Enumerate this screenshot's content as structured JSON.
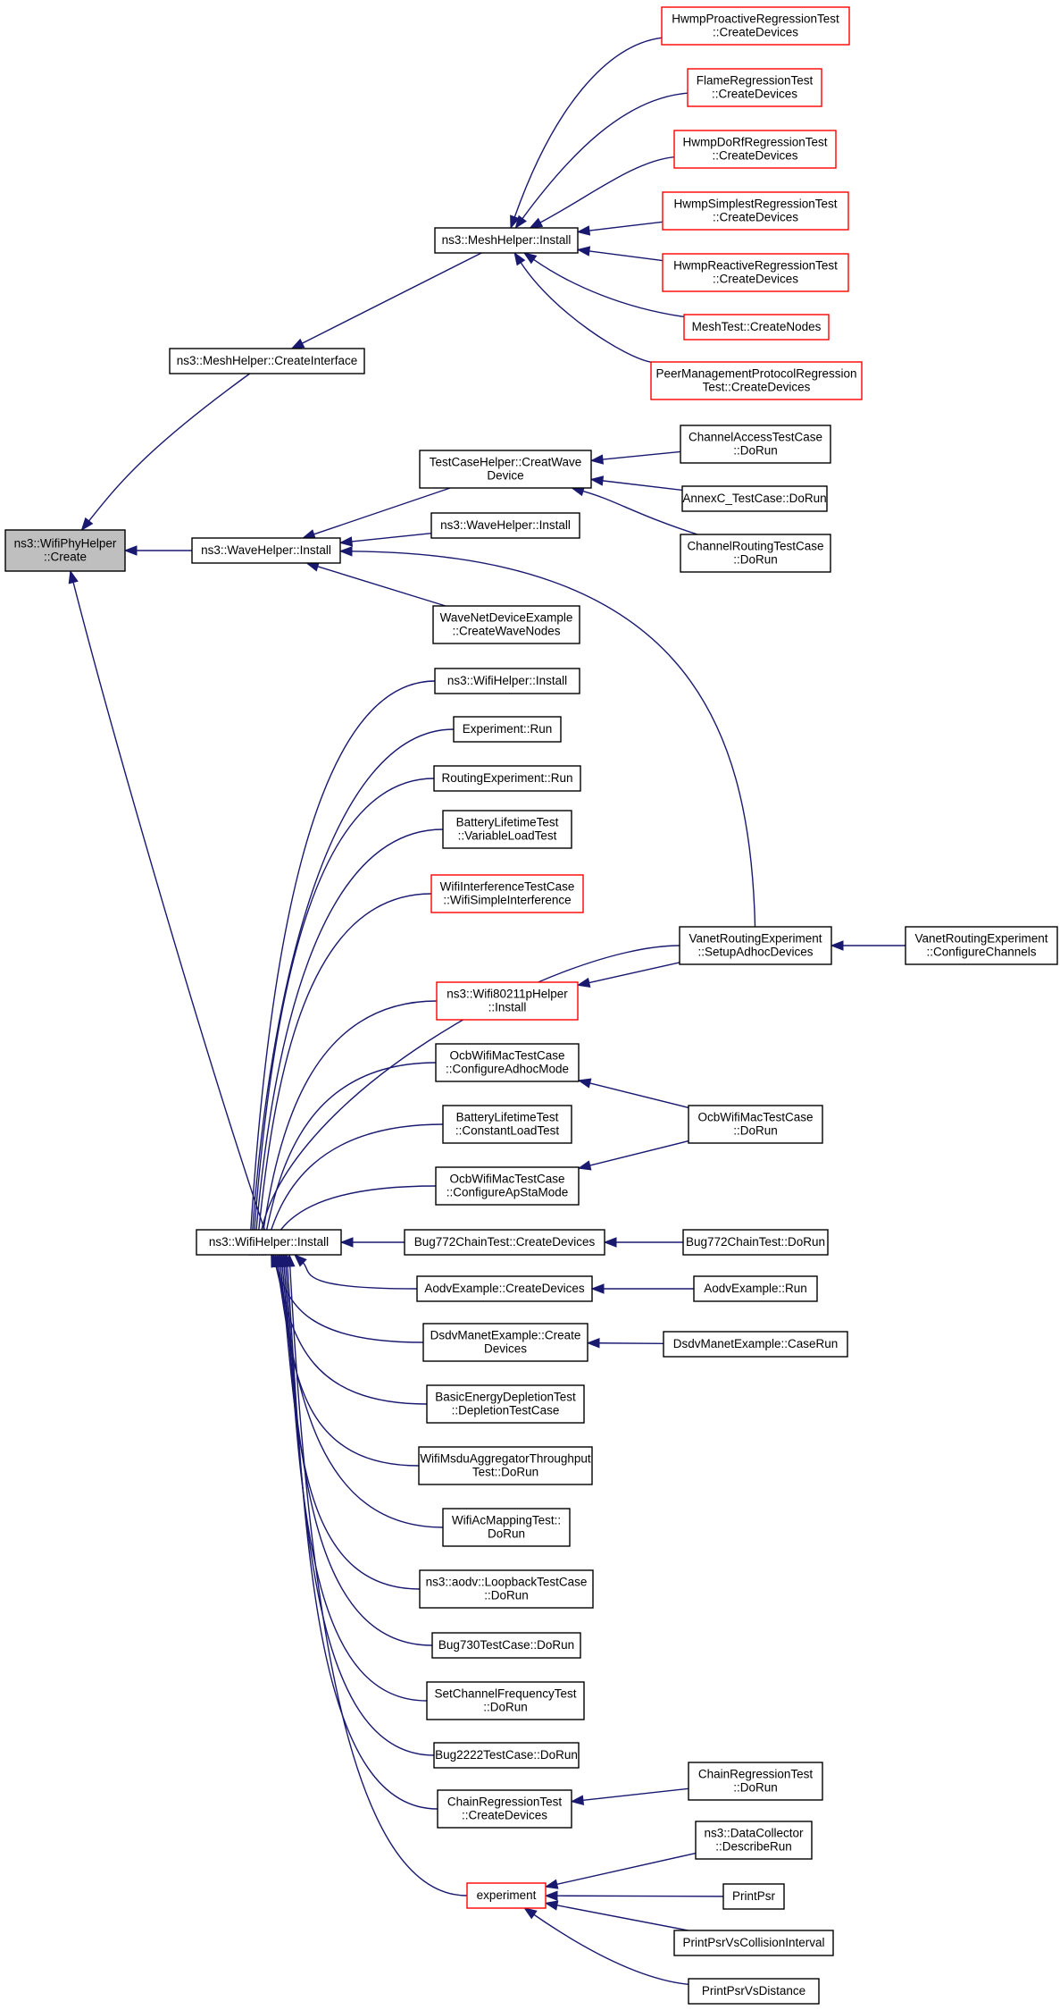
{
  "nodes": [
    {
      "id": "wifiphy_create",
      "lines": [
        "ns3::WifiPhyHelper",
        "::Create"
      ],
      "style": "gray"
    },
    {
      "id": "mesh_createif",
      "lines": [
        "ns3::MeshHelper::CreateInterface"
      ],
      "style": "black"
    },
    {
      "id": "mesh_install",
      "lines": [
        "ns3::MeshHelper::Install"
      ],
      "style": "black"
    },
    {
      "id": "hwmp_proactive",
      "lines": [
        "HwmpProactiveRegressionTest",
        "::CreateDevices"
      ],
      "style": "red"
    },
    {
      "id": "flame",
      "lines": [
        "FlameRegressionTest",
        "::CreateDevices"
      ],
      "style": "red"
    },
    {
      "id": "hwmp_dorf",
      "lines": [
        "HwmpDoRfRegressionTest",
        "::CreateDevices"
      ],
      "style": "red"
    },
    {
      "id": "hwmp_simplest",
      "lines": [
        "HwmpSimplestRegressionTest",
        "::CreateDevices"
      ],
      "style": "red"
    },
    {
      "id": "hwmp_reactive",
      "lines": [
        "HwmpReactiveRegressionTest",
        "::CreateDevices"
      ],
      "style": "red"
    },
    {
      "id": "meshtest",
      "lines": [
        "MeshTest::CreateNodes"
      ],
      "style": "red"
    },
    {
      "id": "peermgmt",
      "lines": [
        "PeerManagementProtocolRegression",
        "Test::CreateDevices"
      ],
      "style": "red"
    },
    {
      "id": "wave_install",
      "lines": [
        "ns3::WaveHelper::Install"
      ],
      "style": "black"
    },
    {
      "id": "testcase_creatwave",
      "lines": [
        "TestCaseHelper::CreatWave",
        "Device"
      ],
      "style": "black"
    },
    {
      "id": "chanaccess",
      "lines": [
        "ChannelAccessTestCase",
        "::DoRun"
      ],
      "style": "black"
    },
    {
      "id": "annexc",
      "lines": [
        "AnnexC_TestCase::DoRun"
      ],
      "style": "black"
    },
    {
      "id": "chanrouting",
      "lines": [
        "ChannelRoutingTestCase",
        "::DoRun"
      ],
      "style": "black"
    },
    {
      "id": "wave_install2",
      "lines": [
        "ns3::WaveHelper::Install"
      ],
      "style": "black"
    },
    {
      "id": "wavenetdev",
      "lines": [
        "WaveNetDeviceExample",
        "::CreateWaveNodes"
      ],
      "style": "black"
    },
    {
      "id": "wifi_install",
      "lines": [
        "ns3::WifiHelper::Install"
      ],
      "style": "black"
    },
    {
      "id": "wifi_install2",
      "lines": [
        "ns3::WifiHelper::Install"
      ],
      "style": "black"
    },
    {
      "id": "experiment_run",
      "lines": [
        "Experiment::Run"
      ],
      "style": "black"
    },
    {
      "id": "routing_run",
      "lines": [
        "RoutingExperiment::Run"
      ],
      "style": "black"
    },
    {
      "id": "battery_var",
      "lines": [
        "BatteryLifetimeTest",
        "::VariableLoadTest"
      ],
      "style": "black"
    },
    {
      "id": "wifiinterf",
      "lines": [
        "WifiInterferenceTestCase",
        "::WifiSimpleInterference"
      ],
      "style": "red"
    },
    {
      "id": "vanet_setup",
      "lines": [
        "VanetRoutingExperiment",
        "::SetupAdhocDevices"
      ],
      "style": "black"
    },
    {
      "id": "vanet_config",
      "lines": [
        "VanetRoutingExperiment",
        "::ConfigureChannels"
      ],
      "style": "black"
    },
    {
      "id": "wifi80211p",
      "lines": [
        "ns3::Wifi80211pHelper",
        "::Install"
      ],
      "style": "red"
    },
    {
      "id": "ocb_adhoc",
      "lines": [
        "OcbWifiMacTestCase",
        "::ConfigureAdhocMode"
      ],
      "style": "black"
    },
    {
      "id": "ocb_dorun",
      "lines": [
        "OcbWifiMacTestCase",
        "::DoRun"
      ],
      "style": "black"
    },
    {
      "id": "battery_const",
      "lines": [
        "BatteryLifetimeTest",
        "::ConstantLoadTest"
      ],
      "style": "black"
    },
    {
      "id": "ocb_apsta",
      "lines": [
        "OcbWifiMacTestCase",
        "::ConfigureApStaMode"
      ],
      "style": "black"
    },
    {
      "id": "bug772_create",
      "lines": [
        "Bug772ChainTest::CreateDevices"
      ],
      "style": "black"
    },
    {
      "id": "bug772_run",
      "lines": [
        "Bug772ChainTest::DoRun"
      ],
      "style": "black"
    },
    {
      "id": "aodv_create",
      "lines": [
        "AodvExample::CreateDevices"
      ],
      "style": "black"
    },
    {
      "id": "aodv_run",
      "lines": [
        "AodvExample::Run"
      ],
      "style": "black"
    },
    {
      "id": "dsdv_create",
      "lines": [
        "DsdvManetExample::Create",
        "Devices"
      ],
      "style": "black"
    },
    {
      "id": "dsdv_caserun",
      "lines": [
        "DsdvManetExample::CaseRun"
      ],
      "style": "black"
    },
    {
      "id": "basicenergy",
      "lines": [
        "BasicEnergyDepletionTest",
        "::DepletionTestCase"
      ],
      "style": "black"
    },
    {
      "id": "msdu",
      "lines": [
        "WifiMsduAggregatorThroughput",
        "Test::DoRun"
      ],
      "style": "black"
    },
    {
      "id": "acmapping",
      "lines": [
        "WifiAcMappingTest::",
        "DoRun"
      ],
      "style": "black"
    },
    {
      "id": "aodv_loopback",
      "lines": [
        "ns3::aodv::LoopbackTestCase",
        "::DoRun"
      ],
      "style": "black"
    },
    {
      "id": "bug730",
      "lines": [
        "Bug730TestCase::DoRun"
      ],
      "style": "black"
    },
    {
      "id": "setchannel",
      "lines": [
        "SetChannelFrequencyTest",
        "::DoRun"
      ],
      "style": "black"
    },
    {
      "id": "bug2222",
      "lines": [
        "Bug2222TestCase::DoRun"
      ],
      "style": "black"
    },
    {
      "id": "chainreg_create",
      "lines": [
        "ChainRegressionTest",
        "::CreateDevices"
      ],
      "style": "black"
    },
    {
      "id": "chainreg_run",
      "lines": [
        "ChainRegressionTest",
        "::DoRun"
      ],
      "style": "black"
    },
    {
      "id": "experiment",
      "lines": [
        "experiment"
      ],
      "style": "red"
    },
    {
      "id": "datacollector",
      "lines": [
        "ns3::DataCollector",
        "::DescribeRun"
      ],
      "style": "black"
    },
    {
      "id": "printpsr",
      "lines": [
        "PrintPsr"
      ],
      "style": "black"
    },
    {
      "id": "printpsr_coll",
      "lines": [
        "PrintPsrVsCollisionInterval"
      ],
      "style": "black"
    },
    {
      "id": "printpsr_dist",
      "lines": [
        "PrintPsrVsDistance"
      ],
      "style": "black"
    }
  ],
  "edges": [
    [
      "mesh_createif",
      "wifiphy_create"
    ],
    [
      "wave_install",
      "wifiphy_create"
    ],
    [
      "wifi_install",
      "wifiphy_create"
    ],
    [
      "mesh_install",
      "mesh_createif"
    ],
    [
      "hwmp_proactive",
      "mesh_install"
    ],
    [
      "flame",
      "mesh_install"
    ],
    [
      "hwmp_dorf",
      "mesh_install"
    ],
    [
      "hwmp_simplest",
      "mesh_install"
    ],
    [
      "hwmp_reactive",
      "mesh_install"
    ],
    [
      "meshtest",
      "mesh_install"
    ],
    [
      "peermgmt",
      "mesh_install"
    ],
    [
      "testcase_creatwave",
      "wave_install"
    ],
    [
      "wave_install2",
      "wave_install"
    ],
    [
      "wavenetdev",
      "wave_install"
    ],
    [
      "vanet_setup",
      "wave_install"
    ],
    [
      "chanaccess",
      "testcase_creatwave"
    ],
    [
      "annexc",
      "testcase_creatwave"
    ],
    [
      "chanrouting",
      "testcase_creatwave"
    ],
    [
      "wifi_install2",
      "wifi_install"
    ],
    [
      "experiment_run",
      "wifi_install"
    ],
    [
      "routing_run",
      "wifi_install"
    ],
    [
      "battery_var",
      "wifi_install"
    ],
    [
      "wifiinterf",
      "wifi_install"
    ],
    [
      "vanet_setup",
      "wifi_install"
    ],
    [
      "wifi80211p",
      "wifi_install"
    ],
    [
      "ocb_adhoc",
      "wifi_install"
    ],
    [
      "battery_const",
      "wifi_install"
    ],
    [
      "ocb_apsta",
      "wifi_install"
    ],
    [
      "bug772_create",
      "wifi_install"
    ],
    [
      "aodv_create",
      "wifi_install"
    ],
    [
      "dsdv_create",
      "wifi_install"
    ],
    [
      "basicenergy",
      "wifi_install"
    ],
    [
      "msdu",
      "wifi_install"
    ],
    [
      "acmapping",
      "wifi_install"
    ],
    [
      "aodv_loopback",
      "wifi_install"
    ],
    [
      "bug730",
      "wifi_install"
    ],
    [
      "setchannel",
      "wifi_install"
    ],
    [
      "bug2222",
      "wifi_install"
    ],
    [
      "chainreg_create",
      "wifi_install"
    ],
    [
      "experiment",
      "wifi_install"
    ],
    [
      "vanet_config",
      "vanet_setup"
    ],
    [
      "vanet_setup",
      "wifi80211p"
    ],
    [
      "ocb_dorun",
      "ocb_adhoc"
    ],
    [
      "ocb_dorun",
      "ocb_apsta"
    ],
    [
      "bug772_run",
      "bug772_create"
    ],
    [
      "aodv_run",
      "aodv_create"
    ],
    [
      "dsdv_caserun",
      "dsdv_create"
    ],
    [
      "chainreg_run",
      "chainreg_create"
    ],
    [
      "datacollector",
      "experiment"
    ],
    [
      "printpsr",
      "experiment"
    ],
    [
      "printpsr_coll",
      "experiment"
    ],
    [
      "printpsr_dist",
      "experiment"
    ]
  ],
  "colors": {
    "edge": "#191970",
    "box_border": "#000000",
    "box_border_red": "#ff0000",
    "highlight_fill": "#bfbfbf",
    "background": "#ffffff"
  }
}
